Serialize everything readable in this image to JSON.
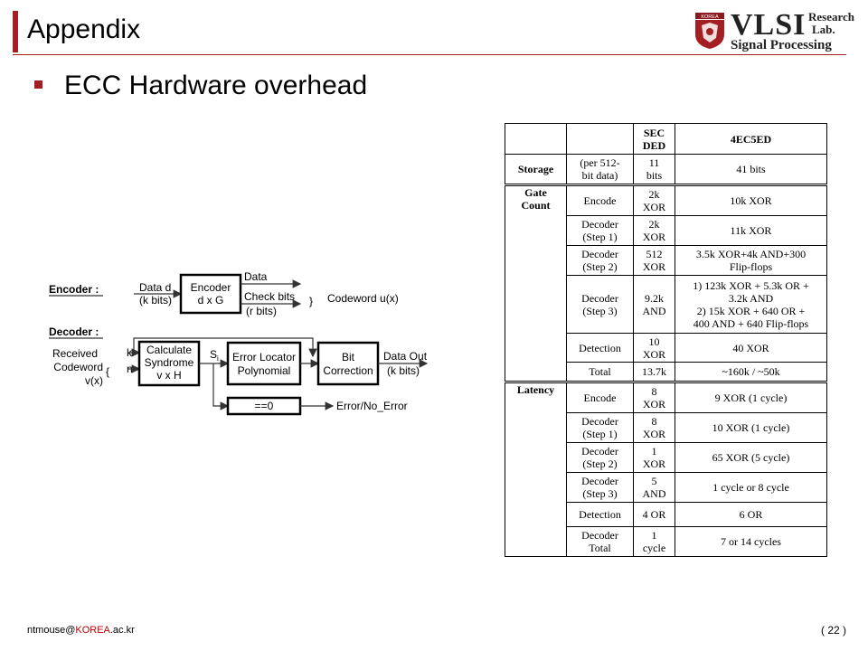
{
  "page": {
    "title": "Appendix",
    "bullet": "ECC Hardware overhead"
  },
  "logo": {
    "main": "VLSI",
    "research": "Research",
    "lab": "Lab.",
    "sub": "Signal Processing",
    "crest_text": "KOREA"
  },
  "diagram": {
    "encoder_label": "Encoder :",
    "decoder_label": "Decoder :",
    "data_d": "Data d",
    "k_bits_in": "(k bits)",
    "encoder_box": [
      "Encoder",
      "d x G"
    ],
    "data_out_label": "Data",
    "check_bits": "Check bits",
    "r_bits": "(r bits)",
    "codeword": "Codeword u(x)",
    "received": [
      "Received",
      "Codeword",
      "v(x)"
    ],
    "k": "k",
    "n": "n",
    "syndrome_box": [
      "Calculate",
      "Syndrome",
      "v x H"
    ],
    "si": "S",
    "si_sub": "i",
    "error_locator_box": [
      "Error Locator",
      "Polynomial"
    ],
    "bit_correction_box": [
      "Bit",
      "Correction"
    ],
    "data_out": "Data Out",
    "k_bits_out": "(k bits)",
    "zero_box": "==0",
    "error_out": "Error/No_Error"
  },
  "table": {
    "header": [
      "",
      "",
      "SEC\nDED",
      "4EC5ED"
    ],
    "rows": [
      {
        "sec": "Storage",
        "op": "(per 512-\nbit data)",
        "secded": "11\nbits",
        "ec": "41 bits"
      },
      {
        "sec": "Gate\nCount",
        "op": "Encode",
        "secded": "2k\nXOR",
        "ec": "10k XOR"
      },
      {
        "sec": "",
        "op": "Decoder\n(Step 1)",
        "secded": "2k\nXOR",
        "ec": "11k XOR"
      },
      {
        "sec": "",
        "op": "Decoder\n(Step 2)",
        "secded": "512\nXOR",
        "ec": "3.5k XOR+4k AND+300\nFlip-flops"
      },
      {
        "sec": "",
        "op": "Decoder\n(Step 3)",
        "secded": "9.2k\nAND",
        "ec": "1) 123k XOR + 5.3k OR +\n3.2k AND\n2) 15k XOR + 640 OR +\n400 AND + 640 Flip-flops"
      },
      {
        "sec": "",
        "op": "Detection",
        "secded": "10\nXOR",
        "ec": "40 XOR"
      },
      {
        "sec": "",
        "op": "Total",
        "secded": "13.7k",
        "ec": "~160k / ~50k"
      },
      {
        "sec": "Latency",
        "op": "Encode",
        "secded": "8\nXOR",
        "ec": "9 XOR (1 cycle)"
      },
      {
        "sec": "",
        "op": "Decoder\n(Step 1)",
        "secded": "8\nXOR",
        "ec": "10 XOR (1 cycle)"
      },
      {
        "sec": "",
        "op": "Decoder\n(Step 2)",
        "secded": "1\nXOR",
        "ec": "65 XOR (5 cycle)"
      },
      {
        "sec": "",
        "op": "Decoder\n(Step 3)",
        "secded": "5\nAND",
        "ec": "1 cycle or 8 cycle"
      },
      {
        "sec": "",
        "op": "Detection",
        "secded": "4 OR",
        "ec": "6 OR"
      },
      {
        "sec": "",
        "op": "Decoder\nTotal",
        "secded": "1\ncycle",
        "ec": "7 or 14 cycles"
      }
    ]
  },
  "footer": {
    "email_user": "ntmouse@",
    "email_domain_red": "KOREA",
    "email_tail": ".ac.kr",
    "page_num": "( 22 )"
  },
  "colors": {
    "accent": "#a31f24",
    "email_red": "#c00000"
  }
}
